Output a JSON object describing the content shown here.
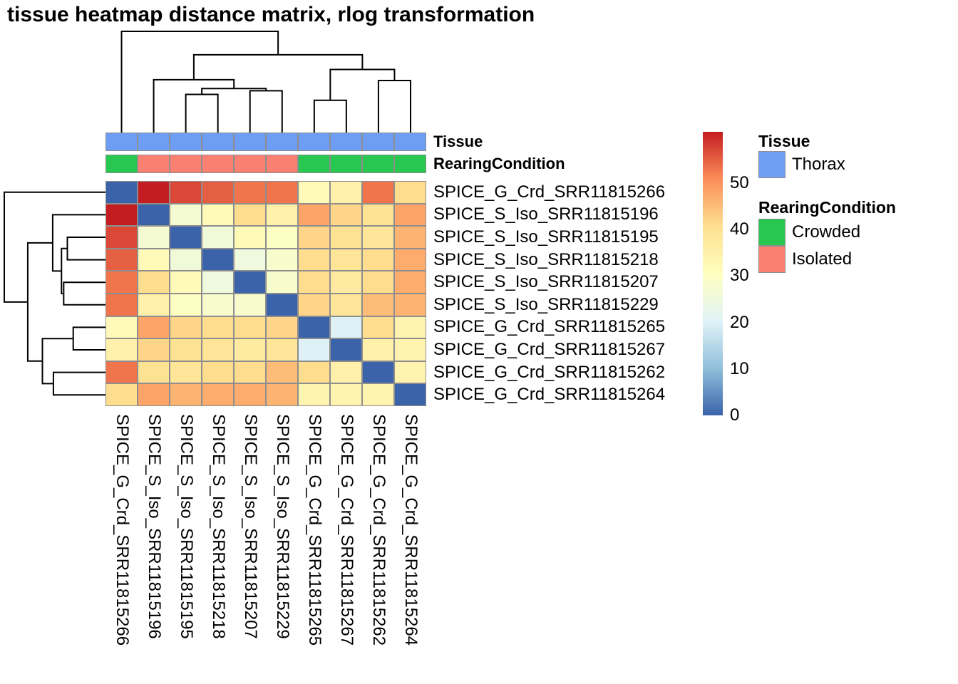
{
  "title": "tissue heatmap distance matrix, rlog transformation",
  "chart_data": {
    "type": "heatmap",
    "title": "tissue heatmap distance matrix, rlog transformation",
    "samples": [
      "SPICE_G_Crd_SRR11815266",
      "SPICE_S_Iso_SRR11815196",
      "SPICE_S_Iso_SRR11815195",
      "SPICE_S_Iso_SRR11815218",
      "SPICE_S_Iso_SRR11815207",
      "SPICE_S_Iso_SRR11815229",
      "SPICE_G_Crd_SRR11815265",
      "SPICE_G_Crd_SRR11815267",
      "SPICE_G_Crd_SRR11815262",
      "SPICE_G_Crd_SRR11815264"
    ],
    "matrix": [
      [
        0,
        61,
        57,
        55,
        53,
        53,
        32,
        35,
        53,
        41
      ],
      [
        61,
        0,
        27,
        32,
        41,
        35,
        48,
        42,
        40,
        48
      ],
      [
        57,
        27,
        0,
        26,
        32,
        30,
        42,
        40,
        39,
        46
      ],
      [
        55,
        32,
        26,
        0,
        25,
        28,
        41,
        39,
        41,
        47
      ],
      [
        53,
        41,
        32,
        25,
        0,
        28,
        41,
        37,
        41,
        47
      ],
      [
        53,
        35,
        30,
        28,
        28,
        0,
        42,
        39,
        45,
        46
      ],
      [
        32,
        48,
        42,
        41,
        41,
        42,
        0,
        20,
        41,
        34
      ],
      [
        35,
        42,
        40,
        39,
        37,
        39,
        20,
        0,
        35,
        34
      ],
      [
        53,
        40,
        39,
        41,
        41,
        45,
        41,
        35,
        0,
        34
      ],
      [
        41,
        48,
        46,
        47,
        47,
        46,
        34,
        34,
        34,
        0
      ]
    ],
    "scale": {
      "min": 0,
      "max": 61,
      "ticks": [
        0,
        10,
        20,
        30,
        40,
        50
      ]
    },
    "colormap_stops": [
      "#3A63A9",
      "#91BFDB",
      "#E0F3F8",
      "#FFFFBF",
      "#FEE090",
      "#FC8D59",
      "#C41D21"
    ],
    "annotations": {
      "tissue_label": "Tissue",
      "rearing_label": "RearingCondition",
      "tissue": [
        "Thorax",
        "Thorax",
        "Thorax",
        "Thorax",
        "Thorax",
        "Thorax",
        "Thorax",
        "Thorax",
        "Thorax",
        "Thorax"
      ],
      "rearing": [
        "Crowded",
        "Isolated",
        "Isolated",
        "Isolated",
        "Isolated",
        "Isolated",
        "Crowded",
        "Crowded",
        "Crowded",
        "Crowded"
      ],
      "colors": {
        "Thorax": "#6D9EF3",
        "Crowded": "#28C850",
        "Isolated": "#FA8072"
      }
    },
    "dendrogram_merges": [
      {
        "a": 2,
        "b": 3,
        "h": 26
      },
      {
        "a": 4,
        "b": 5,
        "h": 28.5
      },
      {
        "a": "m0",
        "b": "m1",
        "h": 30
      },
      {
        "a": 1,
        "b": "m2",
        "h": 36
      },
      {
        "a": 6,
        "b": 7,
        "h": 22
      },
      {
        "a": 8,
        "b": 9,
        "h": 35.5
      },
      {
        "a": "m4",
        "b": "m5",
        "h": 43
      },
      {
        "a": "m3",
        "b": "m6",
        "h": 53
      },
      {
        "a": 0,
        "b": "m7",
        "h": 69
      }
    ]
  },
  "legend": {
    "tissue_title": "Tissue",
    "tissue_items": [
      {
        "label": "Thorax",
        "color": "#6D9EF3"
      }
    ],
    "rearing_title": "RearingCondition",
    "rearing_items": [
      {
        "label": "Crowded",
        "color": "#28C850"
      },
      {
        "label": "Isolated",
        "color": "#FA8072"
      }
    ]
  },
  "colors": {
    "grid": "#8E8E8E",
    "dendrogram": "#000000",
    "background": "#FFFFFF",
    "text": "#000000"
  }
}
